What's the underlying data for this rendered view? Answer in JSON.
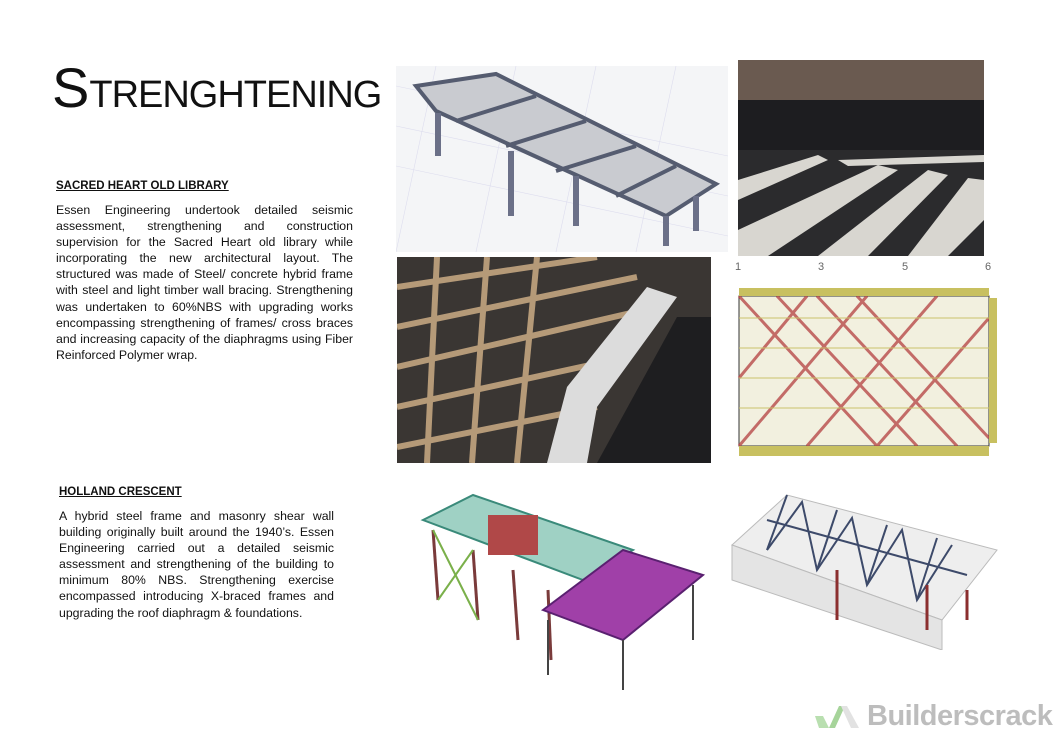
{
  "title": {
    "first_letter": "S",
    "rest": "TRENGHTENING"
  },
  "sections": [
    {
      "heading": "SACRED HEART OLD LIBRARY",
      "body": "Essen Engineering undertook detailed seismic assessment, strengthening and construction supervision for the Sacred Heart old library while incorporating the new architectural layout. The structured was made of Steel/ concrete hybrid frame with steel and light timber wall bracing. Strengthening was undertaken to 60%NBS with upgrading works encompassing strengthening of frames/ cross braces and increasing capacity of the diaphragms using Fiber Reinforced Polymer wrap."
    },
    {
      "heading": "HOLLAND CRESCENT",
      "body": "A hybrid steel frame and masonry shear wall building originally built around the 1940’s. Essen Engineering carried out a detailed seismic assessment and strengthening of the building to minimum 80% NBS. Strengthening exercise encompassed introducing X-braced frames and upgrading the roof diaphragm & foundations."
    }
  ],
  "plan_grid_labels": [
    "1",
    "3",
    "5",
    "6"
  ],
  "watermark": {
    "text": "Builderscrack",
    "color": "#bdbdbd",
    "mark_color": "#b9dfb0"
  }
}
